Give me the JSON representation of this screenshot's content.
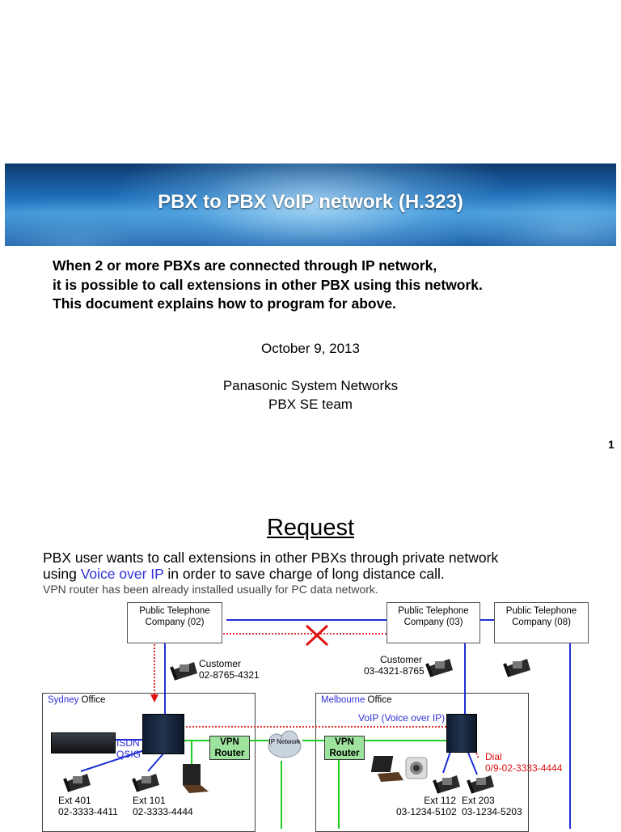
{
  "slide1": {
    "title": "PBX to PBX VoIP network (H.323)",
    "intro_lines": [
      "When 2 or more PBXs are connected through IP network,",
      "it is possible to call extensions in other PBX using this network.",
      "This document explains how to program for above."
    ],
    "date": "October 9, 2013",
    "company": "Panasonic System Networks",
    "team": "PBX SE team",
    "page_number": "1"
  },
  "slide2": {
    "title": "Request",
    "line1": "PBX user wants to call extensions in other PBXs through private network",
    "line2_prefix": "using ",
    "line2_highlight": "Voice over IP",
    "line2_suffix": " in order to save charge of long distance call.",
    "note": "VPN router has been already installed usually for PC data network.",
    "colors": {
      "highlight": "#2f2fd6",
      "network_line": "#1f2fd6",
      "lan_line": "#22cc22",
      "call_path": "#dd1111",
      "router_fill": "#9de39d"
    },
    "diagram": {
      "ptc_02": [
        "Public Telephone",
        "Company (02)"
      ],
      "ptc_03": [
        "Public Telephone",
        "Company (03)"
      ],
      "ptc_08": [
        "Public Telephone",
        "Company (08)"
      ],
      "customer_left": [
        "Customer",
        "02-8765-4321"
      ],
      "customer_right": [
        "Customer",
        "03-4321-8765"
      ],
      "sydney_city": "Sydney",
      "sydney_suffix": " Office",
      "melbourne_city": "Melbourne",
      "melbourne_suffix": " Office",
      "isdn_label": [
        "ISDN",
        "QSIG"
      ],
      "vpn_router": [
        "VPN",
        "Router"
      ],
      "ip_network": "IP Network",
      "voip_label": "VoIP (Voice over IP)",
      "dial_label": [
        "Dial",
        "0/9-02-3333-4444"
      ],
      "ext_401": [
        "Ext 401",
        "02-3333-4411"
      ],
      "ext_101": [
        "Ext 101",
        "02-3333-4444"
      ],
      "ext_112": [
        "Ext 112",
        "03-1234-5102"
      ],
      "ext_203": [
        "Ext 203",
        "03-1234-5203"
      ],
      "icons": [
        "desk-phone-icon",
        "pbx-cabinet-icon",
        "rack-unit-icon",
        "laptop-icon",
        "camera-icon",
        "cloud-icon",
        "cross-mark-icon"
      ]
    }
  }
}
